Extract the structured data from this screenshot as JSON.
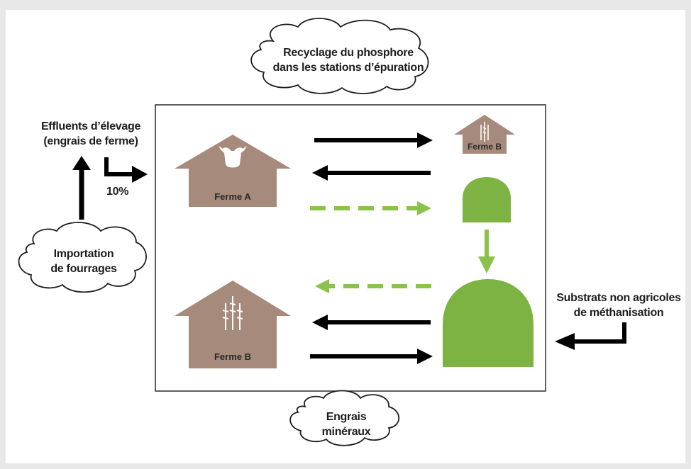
{
  "header": {
    "title": ""
  },
  "clouds": {
    "phosphore": {
      "line1": "Recyclage du phosphore",
      "line2": "dans les stations d’épuration"
    },
    "fourrages": {
      "line1": "Importation",
      "line2": "de fourrages"
    },
    "engrais": {
      "line1": "Engrais",
      "line2": "minéraux"
    }
  },
  "labels": {
    "effluents_line1": "Effluents d’élevage",
    "effluents_line2": "(engrais de ferme)",
    "percent": "10%",
    "substrats_line1": "Substrats non agricoles",
    "substrats_line2": "de méthanisation"
  },
  "farms": {
    "farm_a": "Ferme A",
    "farm_b_small": "Ferme B",
    "farm_b_large": "Ferme B"
  },
  "icons": [
    "cow-icon",
    "wheat-icon",
    "house-icon",
    "biogas-digester-icon",
    "cloud-icon",
    "arrow-icon"
  ],
  "colors": {
    "house": "#a68a7b",
    "digester": "#7cb342",
    "dashed_arrow": "#8bc34a",
    "arrow": "#000000",
    "background": "#e8e8e8",
    "panel": "#ffffff"
  }
}
